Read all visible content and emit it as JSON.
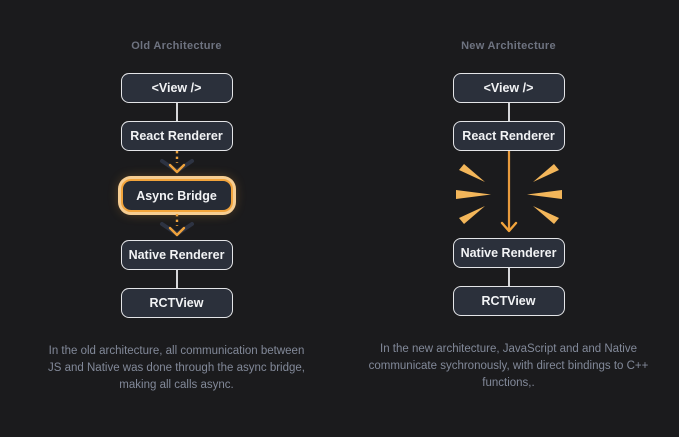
{
  "colors": {
    "background": "#1b1b1d",
    "box_fill": "#2b303b",
    "box_border": "#e4e5e8",
    "box_text": "#f2f3f5",
    "title_text": "#6e7380",
    "caption_text": "#828999",
    "connector_line": "#d6d7da",
    "accent_orange": "#efa23c",
    "highlight_halo": "#f6cd92",
    "spark_orange": "#f3b65a",
    "chevron_dark": "#2d3342"
  },
  "old_column": {
    "title": "Old Architecture",
    "nodes": {
      "view": "<View />",
      "react_renderer": "React Renderer",
      "async_bridge": "Async Bridge",
      "native_renderer": "Native Renderer",
      "rctview": "RCTView"
    },
    "caption": "In the old architecture, all communication between JS and Native was done through the async bridge, making all calls async."
  },
  "new_column": {
    "title": "New Architecture",
    "nodes": {
      "view": "<View />",
      "react_renderer": "React Renderer",
      "native_renderer": "Native Renderer",
      "rctview": "RCTView"
    },
    "caption": "In the new architecture, JavaScript and and Native communicate sychronously, with direct bindings to C++ functions,."
  }
}
